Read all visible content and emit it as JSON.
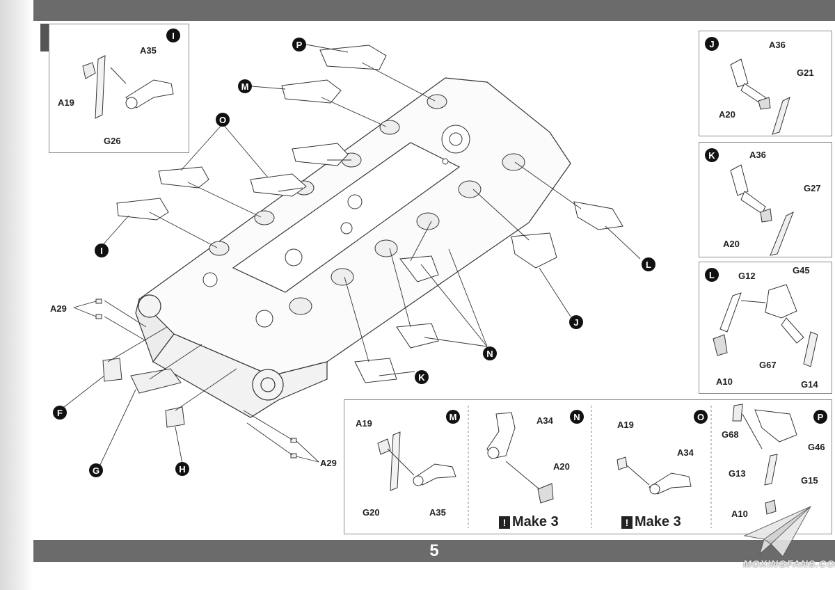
{
  "step": {
    "number": "5",
    "footer_page": "5"
  },
  "callouts": {
    "I": "I",
    "J": "J",
    "K": "K",
    "L": "L",
    "M": "M",
    "N": "N",
    "O": "O",
    "P": "P",
    "F": "F",
    "G": "G",
    "H": "H"
  },
  "main_labels": {
    "a29_top": "A29",
    "a29_bottom": "A29"
  },
  "panel_I": {
    "badge": "I",
    "parts": [
      "A35",
      "A19",
      "G26"
    ]
  },
  "panel_J": {
    "badge": "J",
    "parts": [
      "A36",
      "G21",
      "A20"
    ]
  },
  "panel_K": {
    "badge": "K",
    "parts": [
      "A36",
      "G27",
      "A20"
    ]
  },
  "panel_L": {
    "badge": "L",
    "parts": [
      "G12",
      "G45",
      "A10",
      "G67",
      "G14"
    ]
  },
  "panel_M": {
    "badge": "M",
    "parts": [
      "A19",
      "G20",
      "A35"
    ]
  },
  "panel_N": {
    "badge": "N",
    "parts": [
      "A34",
      "A20"
    ],
    "note": "Make 3"
  },
  "panel_O": {
    "badge": "O",
    "parts": [
      "A19",
      "A34"
    ],
    "note": "Make 3"
  },
  "panel_P": {
    "badge": "P",
    "parts": [
      "G68",
      "G46",
      "G13",
      "G15",
      "A10"
    ]
  },
  "watermark": {
    "text": "MOXINGFANS.COM"
  },
  "colors": {
    "bar": "#6b6b6b",
    "badge": "#111111",
    "line": "#333333"
  }
}
